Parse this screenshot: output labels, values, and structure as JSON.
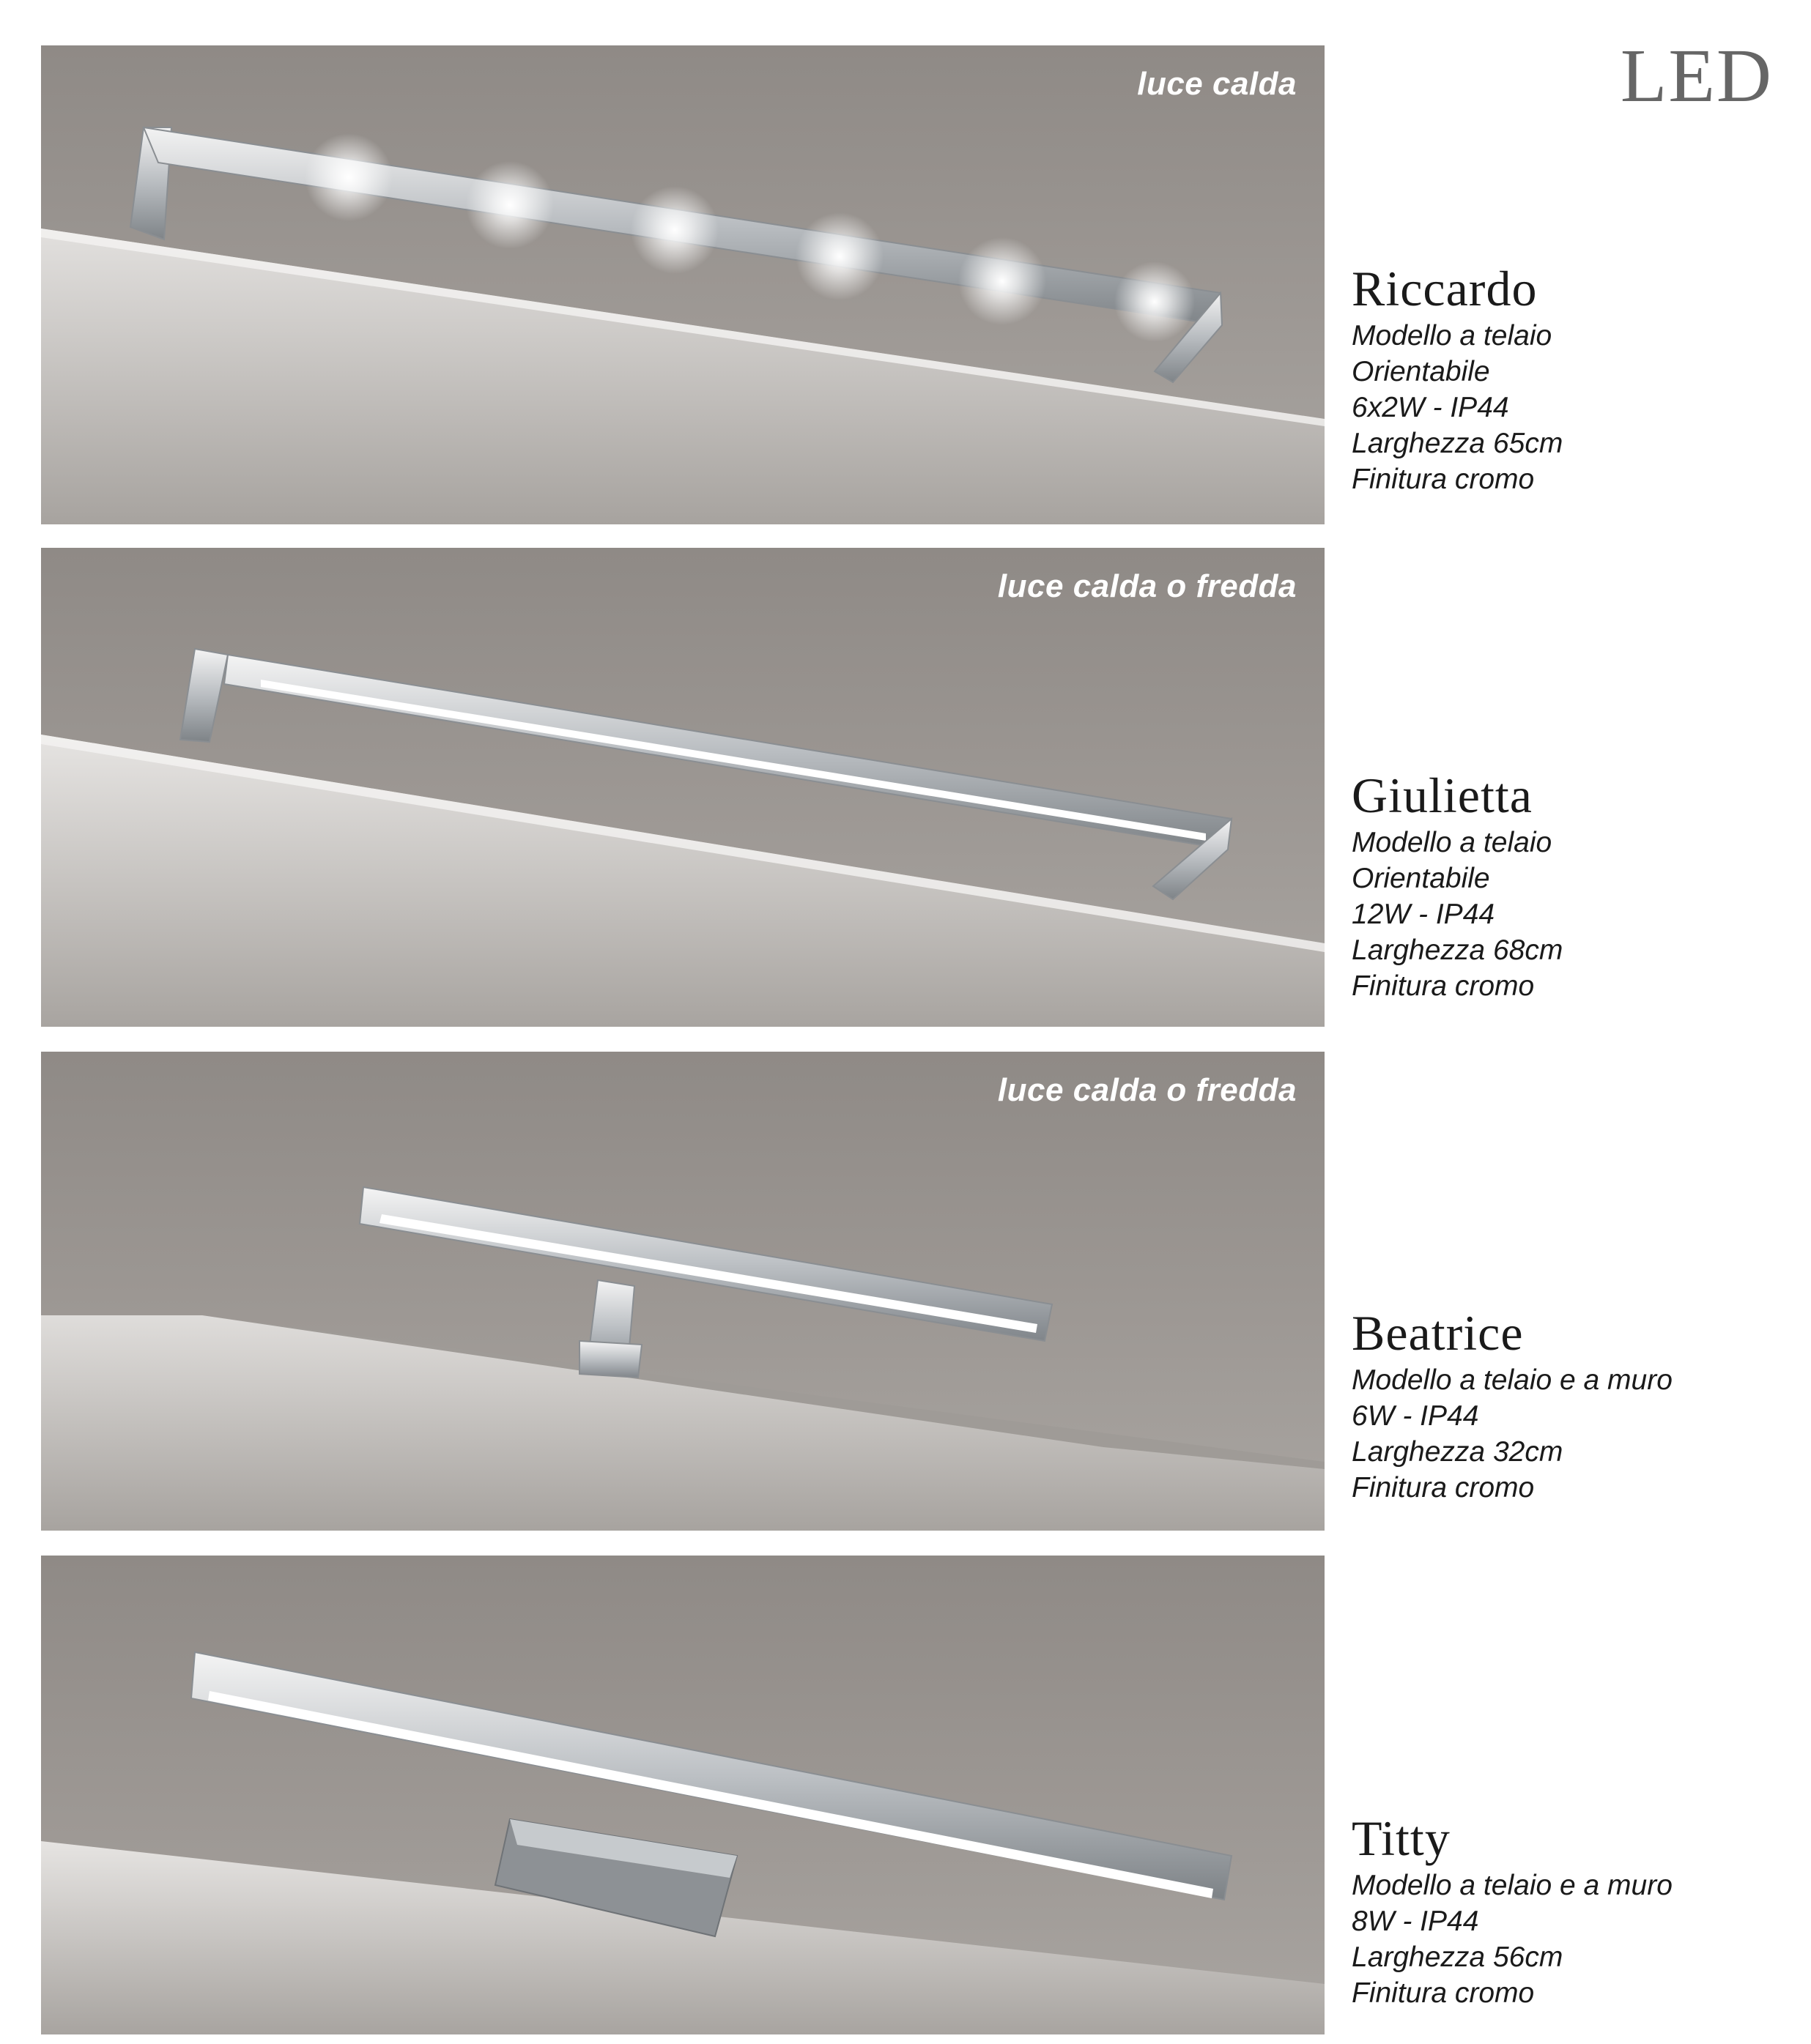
{
  "page": {
    "heading": "LED"
  },
  "products": [
    {
      "name": "Riccardo",
      "light_tag": "luce calda",
      "specs": [
        "Modello a telaio",
        "Orientabile",
        "6x2W - IP44",
        "Larghezza 65cm",
        "Finitura cromo"
      ]
    },
    {
      "name": "Giulietta",
      "light_tag": "luce calda o fredda",
      "specs": [
        "Modello a telaio",
        "Orientabile",
        "12W - IP44",
        "Larghezza 68cm",
        "Finitura cromo"
      ]
    },
    {
      "name": "Beatrice",
      "light_tag": "luce calda o fredda",
      "specs": [
        "Modello a telaio e a muro",
        "6W - IP44",
        "Larghezza 32cm",
        "Finitura cromo"
      ]
    },
    {
      "name": "Titty",
      "light_tag": "",
      "specs": [
        "Modello a telaio e a muro",
        "8W - IP44",
        "Larghezza 56cm",
        "Finitura cromo"
      ]
    }
  ],
  "colors": {
    "photo_background": "#9a9591",
    "text": "#1a1a1a",
    "heading": "#666666"
  }
}
